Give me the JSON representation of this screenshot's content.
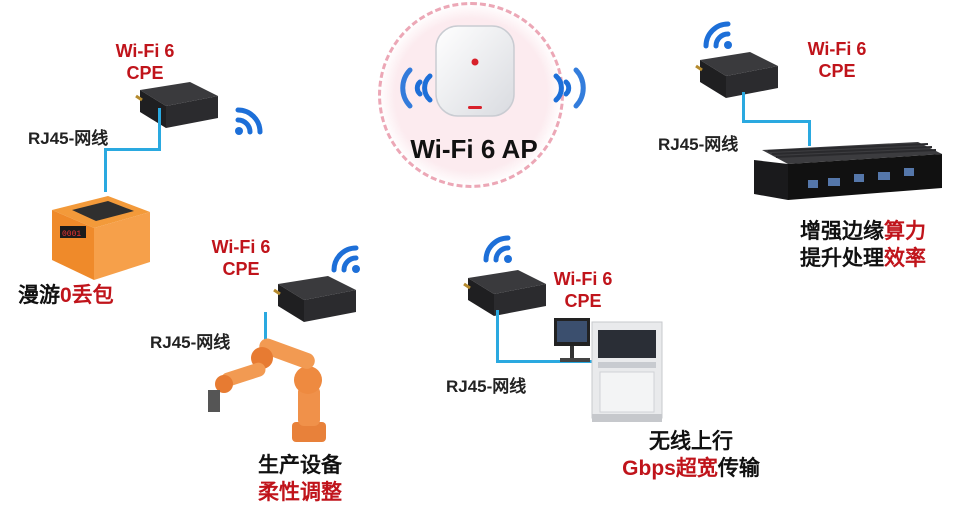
{
  "ap": {
    "label": "Wi-Fi 6 AP"
  },
  "cpe_label": {
    "line1": "Wi-Fi 6",
    "line2": "CPE"
  },
  "rj45_label": "RJ45-网线",
  "captions": {
    "agv": {
      "a": "漫游",
      "b": "0丢包"
    },
    "robot": {
      "line1": "生产设备",
      "line2": "柔性调整"
    },
    "inspection": {
      "line1": "无线上行",
      "line2_hl": "Gbps超宽",
      "line2_rest": "传输"
    },
    "edge": {
      "line1_a": "增强边缘",
      "line1_hl": "算力",
      "line2_a": "提升处理",
      "line2_hl": "效率"
    }
  },
  "colors": {
    "accent_red": "#c0141b",
    "wifi_blue": "#1d6fd8",
    "cable_blue": "#2aa9e0",
    "halo_pink": "#eca7b6"
  }
}
